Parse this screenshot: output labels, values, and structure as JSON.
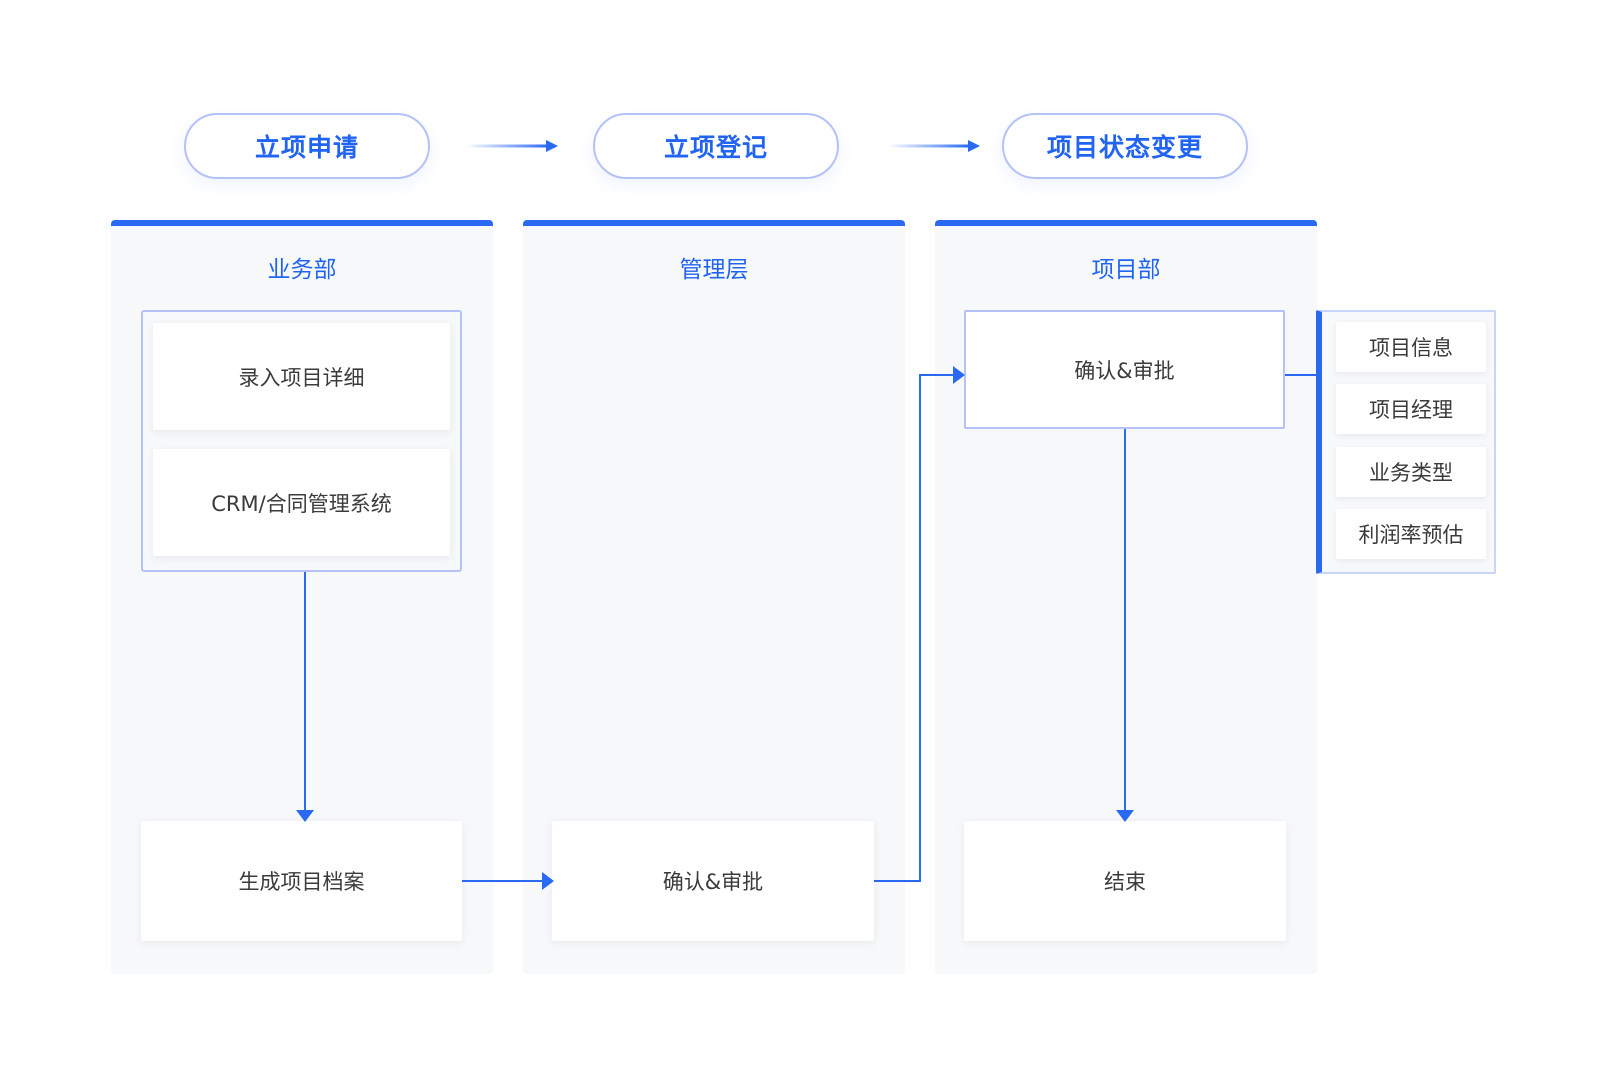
{
  "stages": [
    {
      "label": "立项申请"
    },
    {
      "label": "立项登记"
    },
    {
      "label": "项目状态变更"
    }
  ],
  "lanes": [
    {
      "title": "业务部"
    },
    {
      "title": "管理层"
    },
    {
      "title": "项目部"
    }
  ],
  "nodes": {
    "enter_details": "录入项目详细",
    "crm": "CRM/合同管理系统",
    "generate_archive": "生成项目档案",
    "mgmt_approve": "确认&审批",
    "proj_approve": "确认&审批",
    "end": "结束"
  },
  "details": [
    "项目信息",
    "项目经理",
    "业务类型",
    "利润率预估"
  ],
  "colors": {
    "accent": "#2a6af3",
    "stage_text": "#2164f2",
    "border_light": "#b4c2f7",
    "lane_bg": "#f7f8fa"
  }
}
